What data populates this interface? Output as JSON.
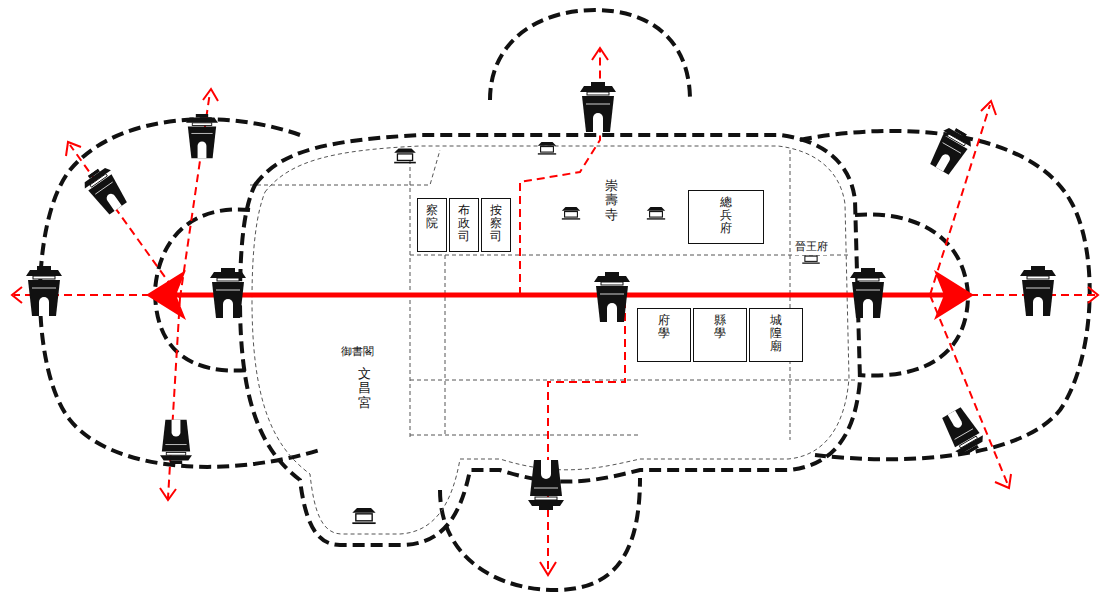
{
  "diagram": {
    "nodes": [
      {
        "text": [
          "察院"
        ]
      },
      {
        "text": [
          "布政司"
        ]
      },
      {
        "text": [
          "按察司"
        ]
      },
      {
        "text": [
          "總兵府"
        ]
      },
      {
        "text": [
          "府學"
        ]
      },
      {
        "text": [
          "縣學"
        ]
      },
      {
        "text": [
          "城隍廟"
        ]
      }
    ],
    "labels": [
      "崇壽寺",
      "晉王府",
      "御書閣",
      "文昌宮"
    ]
  }
}
